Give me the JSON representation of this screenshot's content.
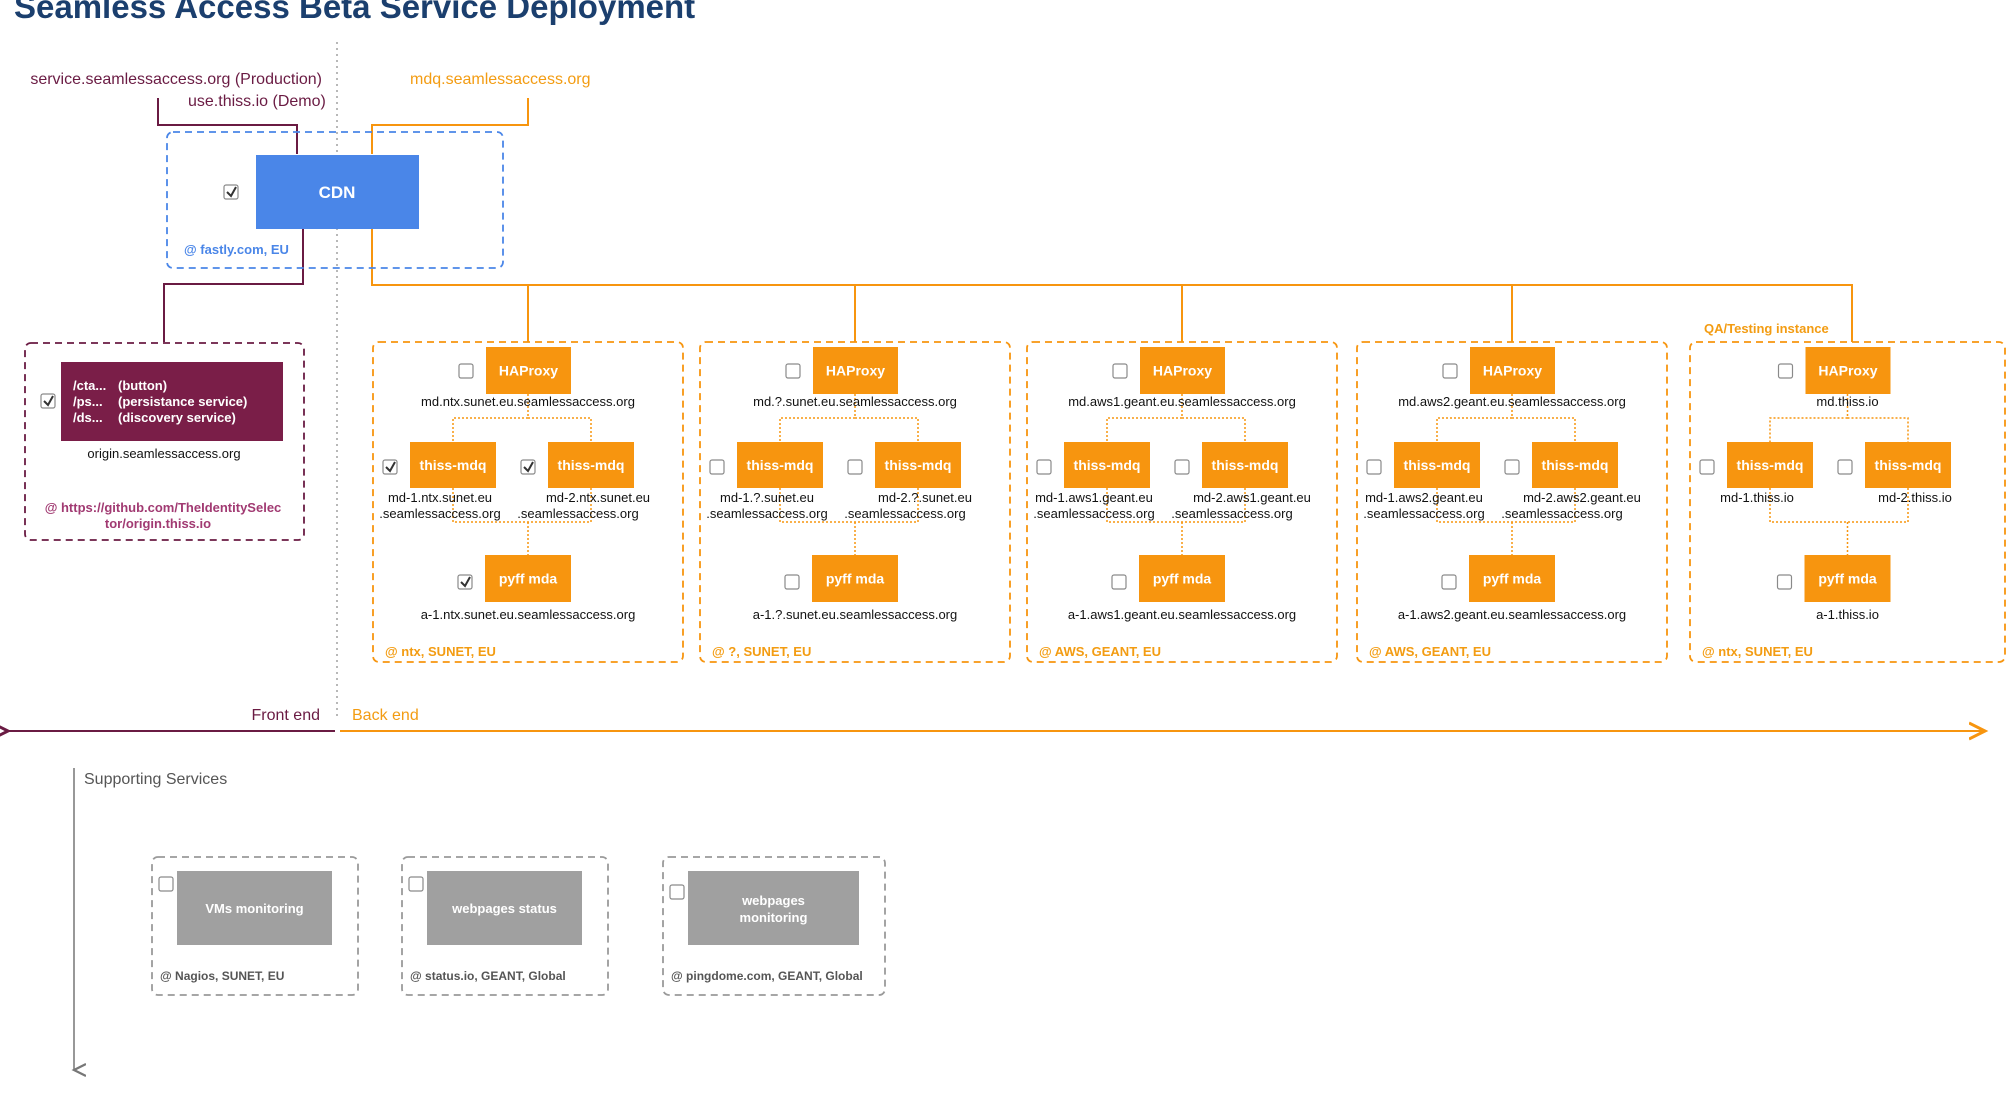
{
  "title": "Seamless Access Beta Service Deployment",
  "colors": {
    "orange": "#f7950f",
    "plum": "#6a1b43",
    "cdn_blue": "#4a86e8",
    "title_blue": "#1b3f6e",
    "gray_box": "#a0a0a0"
  },
  "domains": {
    "production": "service.seamlessaccess.org (Production)",
    "demo": "use.thiss.io (Demo)",
    "mdq": "mdq.seamlessaccess.org"
  },
  "cdn": {
    "label": "CDN",
    "location": "@ fastly.com, EU",
    "checked": true
  },
  "origin": {
    "rows": [
      {
        "path": "/cta...",
        "desc": "(button)"
      },
      {
        "path": "/ps...",
        "desc": "(persistance service)"
      },
      {
        "path": "/ds...",
        "desc": "(discovery service)"
      }
    ],
    "host": "origin.seamlessaccess.org",
    "location_line1": "@ https://github.com/TheIdentitySelec",
    "location_line2": "tor/origin.thiss.io",
    "checked": true
  },
  "qa_label": "QA/Testing instance",
  "clusters": [
    {
      "haproxy": {
        "label": "HAProxy",
        "host": "md.ntx.sunet.eu.seamlessaccess.org",
        "checked": false
      },
      "mdq1": {
        "label": "thiss-mdq",
        "host1": "md-1.ntx.sunet.eu",
        "host2": ".seamlessaccess.org",
        "checked": true
      },
      "mdq2": {
        "label": "thiss-mdq",
        "host1": "md-2.ntx.sunet.eu",
        "host2": ".seamlessaccess.org",
        "checked": true
      },
      "mda": {
        "label": "pyff mda",
        "host": "a-1.ntx.sunet.eu.seamlessaccess.org",
        "checked": true
      },
      "location": "@ ntx, SUNET, EU"
    },
    {
      "haproxy": {
        "label": "HAProxy",
        "host": "md.?.sunet.eu.seamlessaccess.org",
        "checked": false
      },
      "mdq1": {
        "label": "thiss-mdq",
        "host1": "md-1.?.sunet.eu",
        "host2": ".seamlessaccess.org",
        "checked": false
      },
      "mdq2": {
        "label": "thiss-mdq",
        "host1": "md-2.?.sunet.eu",
        "host2": ".seamlessaccess.org",
        "checked": false
      },
      "mda": {
        "label": "pyff mda",
        "host": "a-1.?.sunet.eu.seamlessaccess.org",
        "checked": false
      },
      "location": "@ ?, SUNET, EU"
    },
    {
      "haproxy": {
        "label": "HAProxy",
        "host": "md.aws1.geant.eu.seamlessaccess.org",
        "checked": false
      },
      "mdq1": {
        "label": "thiss-mdq",
        "host1": "md-1.aws1.geant.eu",
        "host2": ".seamlessaccess.org",
        "checked": false
      },
      "mdq2": {
        "label": "thiss-mdq",
        "host1": "md-2.aws1.geant.eu",
        "host2": ".seamlessaccess.org",
        "checked": false
      },
      "mda": {
        "label": "pyff mda",
        "host": "a-1.aws1.geant.eu.seamlessaccess.org",
        "checked": false
      },
      "location": "@ AWS, GEANT, EU"
    },
    {
      "haproxy": {
        "label": "HAProxy",
        "host": "md.aws2.geant.eu.seamlessaccess.org",
        "checked": false
      },
      "mdq1": {
        "label": "thiss-mdq",
        "host1": "md-1.aws2.geant.eu",
        "host2": ".seamlessaccess.org",
        "checked": false
      },
      "mdq2": {
        "label": "thiss-mdq",
        "host1": "md-2.aws2.geant.eu",
        "host2": ".seamlessaccess.org",
        "checked": false
      },
      "mda": {
        "label": "pyff mda",
        "host": "a-1.aws2.geant.eu.seamlessaccess.org",
        "checked": false
      },
      "location": "@ AWS, GEANT, EU"
    },
    {
      "haproxy": {
        "label": "HAProxy",
        "host": "md.thiss.io",
        "checked": false
      },
      "mdq1": {
        "label": "thiss-mdq",
        "host1": "md-1.thiss.io",
        "host2": "",
        "checked": false
      },
      "mdq2": {
        "label": "thiss-mdq",
        "host1": "md-2.thiss.io",
        "host2": "",
        "checked": false
      },
      "mda": {
        "label": "pyff mda",
        "host": "a-1.thiss.io",
        "checked": false
      },
      "location": "@ ntx, SUNET, EU"
    }
  ],
  "front_end": "Front end",
  "back_end": "Back end",
  "supporting": {
    "title": "Supporting Services",
    "items": [
      {
        "label1": "VMs monitoring",
        "label2": "",
        "location": "@ Nagios, SUNET, EU"
      },
      {
        "label1": "webpages status",
        "label2": "",
        "location": "@ status.io, GEANT, Global"
      },
      {
        "label1": "webpages",
        "label2": "monitoring",
        "location": "@ pingdome.com, GEANT, Global"
      }
    ]
  }
}
